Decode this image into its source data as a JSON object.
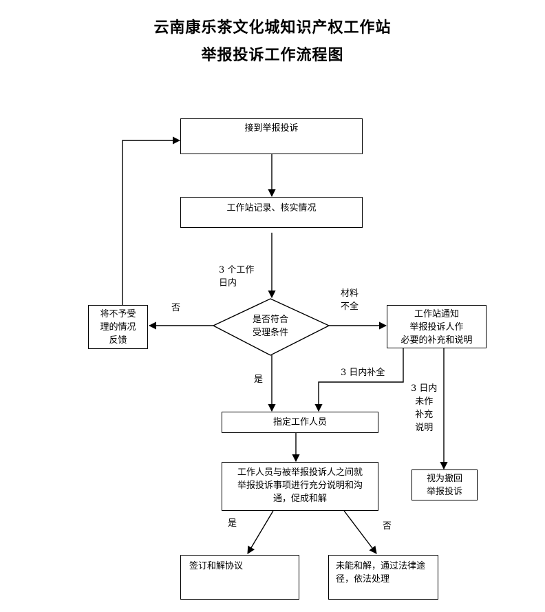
{
  "title": {
    "line1": "云南康乐茶文化城知识产权工作站",
    "line2": "举报投诉工作流程图"
  },
  "nodes": {
    "receive": "接到举报投诉",
    "record": "工作站记录、核实情况",
    "check": "是否符合\n受理条件",
    "reject_feedback": "将不予受\n理的情况\n反馈",
    "notify": "工作站通知\n举报投诉人作\n必要的补充和说明",
    "assign": "指定工作人员",
    "communicate": "工作人员与被举报投诉人之间就\n举报投诉事项进行充分说明和沟\n通，促成和解",
    "withdraw": "视为撤回\n举报投诉",
    "agreement": "签订和解协议",
    "legal": "未能和解，通过法律途\n径，依法处理"
  },
  "edge_labels": {
    "three_days": "3 个工作\n日内",
    "no_left": "否",
    "incomplete": "材料\n不全",
    "yes_down": "是",
    "supplement": "3 日内补全",
    "not_supplemented": "3 日内\n未作\n补充\n说明",
    "yes_agree": "是",
    "no_agree": "否"
  }
}
